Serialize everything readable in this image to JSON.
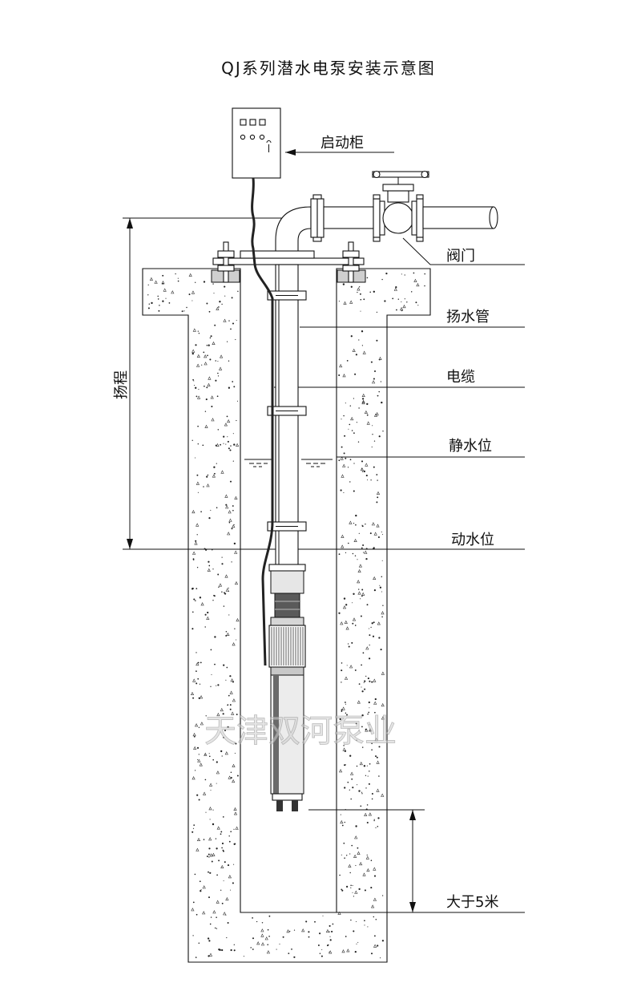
{
  "title": "QJ系列潜水电泵安装示意图",
  "labels": {
    "control_cabinet": "启动柜",
    "valve": "阀门",
    "riser_pipe": "扬水管",
    "cable": "电缆",
    "static_water_level": "静水位",
    "dynamic_water_level": "动水位",
    "depth_below_pump": "大于5米",
    "head": "扬程"
  },
  "watermark": "天津双河泵业"
}
